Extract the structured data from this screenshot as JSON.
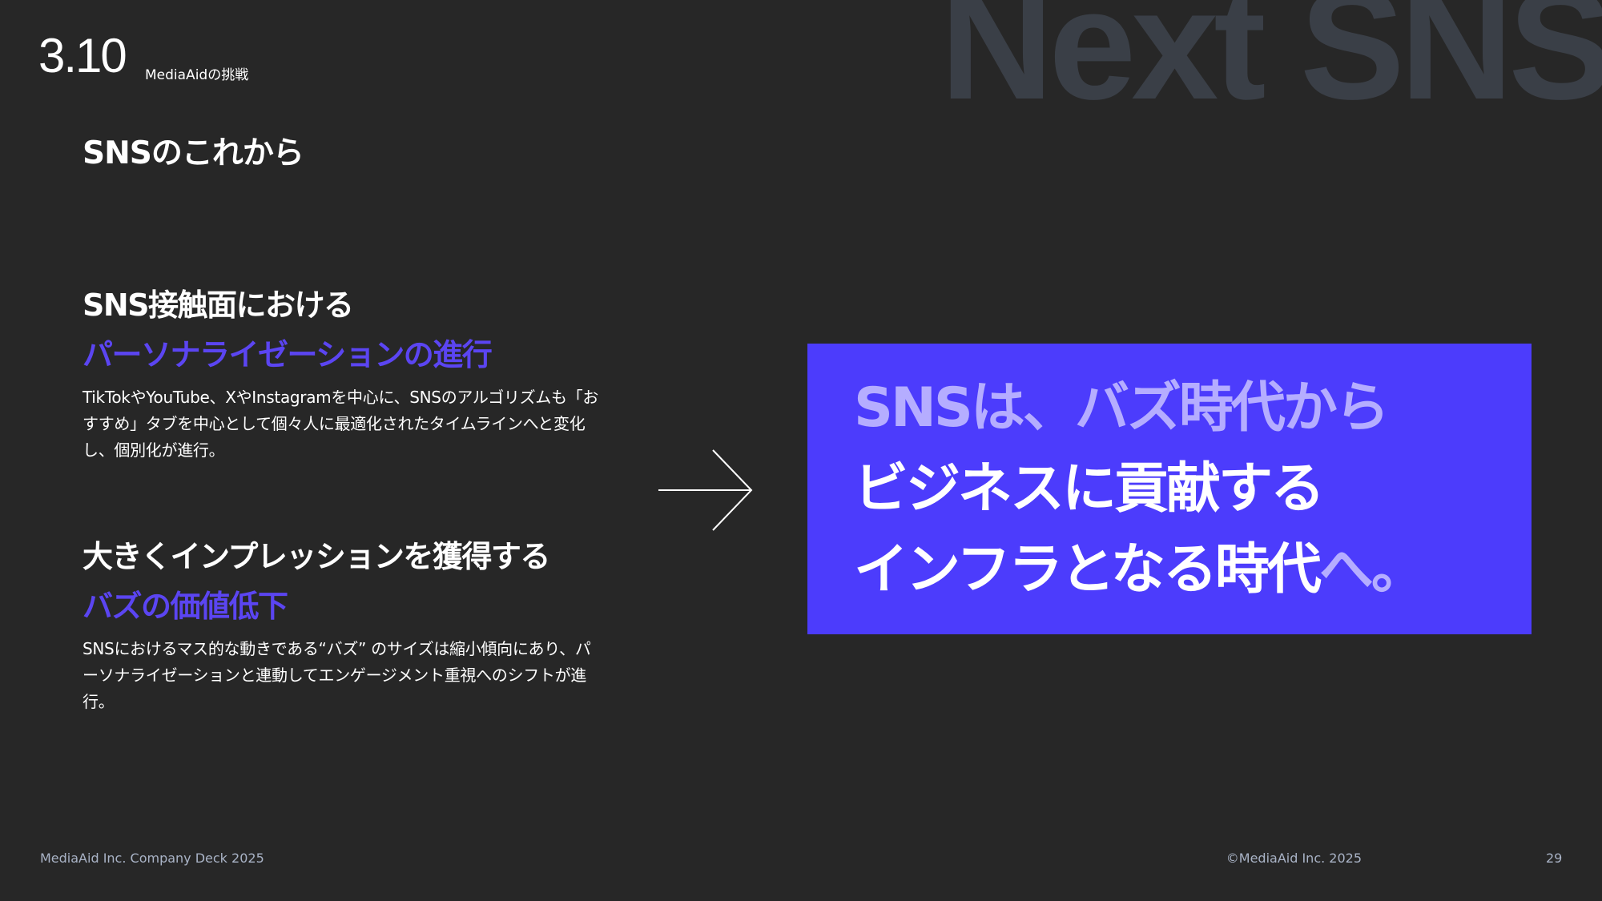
{
  "watermark": "Next SNS",
  "section": {
    "number": "3.10",
    "label": "MediaAidの挑戦"
  },
  "title": "SNSのこれから",
  "block1": {
    "heading": "SNS接触面における",
    "accent": "パーソナライゼーションの進行",
    "body": "TikTokやYouTube、XやInstagramを中心に、SNSのアルゴリズムも「おすすめ」タブを中心として個々人に最適化されたタイムラインへと変化し、個別化が進行。"
  },
  "block2": {
    "heading": "大きくインプレッションを獲得する",
    "accent": "バズの価値低下",
    "body": "SNSにおけるマス的な動きである“バズ” のサイズは縮小傾向にあり、パーソナライゼーションと連動してエンゲージメント重視へのシフトが進行。"
  },
  "callout": {
    "line1": "SNSは、バズ時代から",
    "line2": "ビジネスに貢献する",
    "line3_main": "インフラとなる時代",
    "line3_tail": "へ。"
  },
  "footer": {
    "left": "MediaAid Inc. Company Deck 2025",
    "copyright": "©MediaAid Inc. 2025",
    "page": "29"
  },
  "colors": {
    "background": "#272727",
    "accent": "#5b45f2",
    "callout_bg": "#4c3cfc",
    "callout_muted": "#b5adff",
    "watermark": "#3a3f47"
  }
}
